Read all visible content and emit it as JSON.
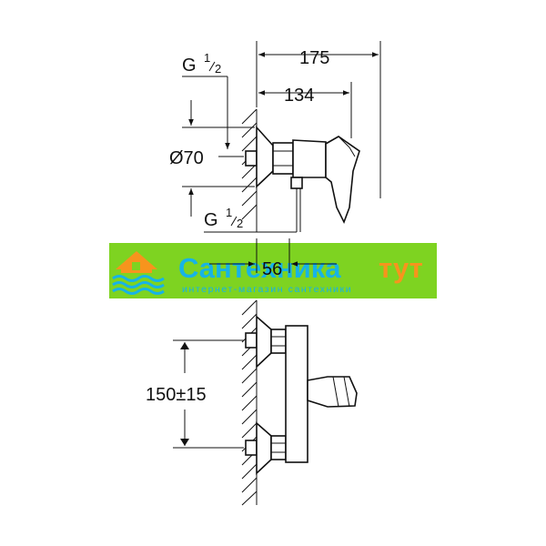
{
  "dimensions": {
    "overall_depth": "175",
    "body_depth": "134",
    "thread_top": {
      "base": "G",
      "num": "1",
      "den": "2"
    },
    "thread_bottom": {
      "base": "G",
      "num": "1",
      "den": "2"
    },
    "flange_diameter": "Ø70",
    "height": "56",
    "centers": "150±15"
  },
  "watermark": {
    "brand_part1": "Сантехника",
    "brand_part2": "тут",
    "tagline": "интернет-магазин сантехники",
    "colors": {
      "band": "#7ed321",
      "brand": "#17b3e6",
      "accent": "#f7941d"
    },
    "icon": "house-with-waves-icon"
  },
  "colors": {
    "line": "#111111",
    "background": "#ffffff"
  }
}
